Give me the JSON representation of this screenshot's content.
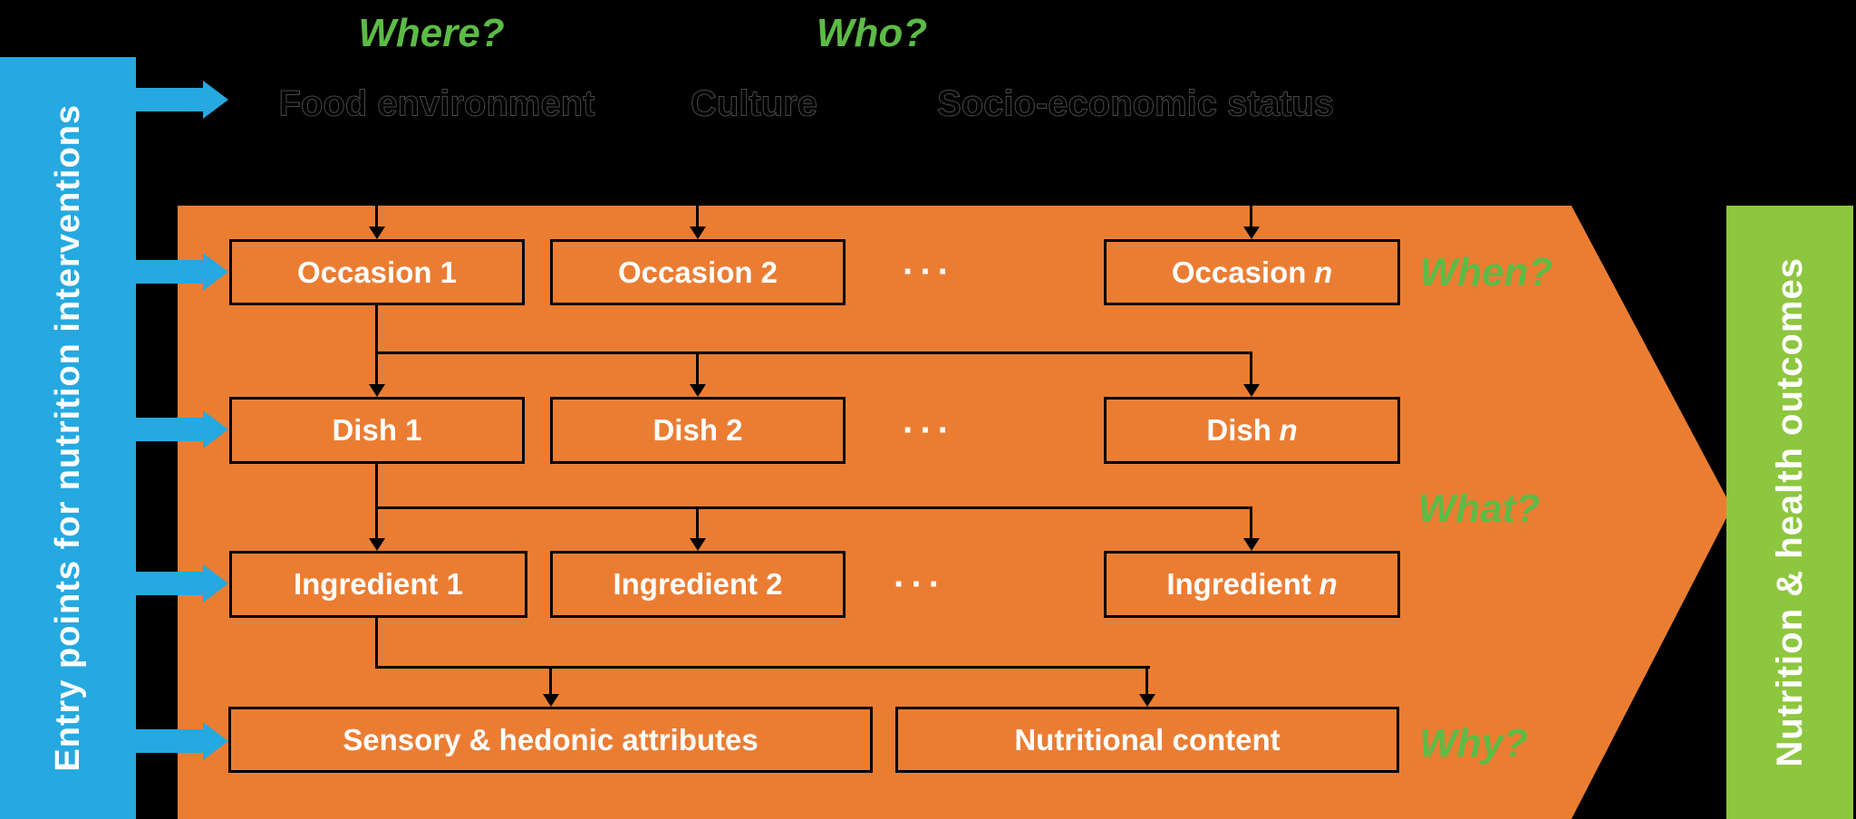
{
  "top_questions": {
    "where": "Where?",
    "who": "Who?"
  },
  "context": {
    "food_environment": "Food environment",
    "culture": "Culture",
    "socio_economic_status": "Socio-economic status"
  },
  "left_bar": {
    "label": "Entry points for nutrition interventions"
  },
  "right_bar": {
    "label": "Nutrition & health outcomes"
  },
  "flow": {
    "n_symbol": "n",
    "dots": "···",
    "occasion": {
      "b1": "Occasion 1",
      "b2": "Occasion 2",
      "bn_prefix": "Occasion"
    },
    "dish": {
      "b1": "Dish 1",
      "b2": "Dish 2",
      "bn_prefix": "Dish"
    },
    "ingredient": {
      "b1": "Ingredient 1",
      "b2": "Ingredient 2",
      "bn_prefix": "Ingredient"
    },
    "attributes": {
      "sensory": "Sensory & hedonic attributes",
      "nutritional": "Nutritional content"
    },
    "side_questions": {
      "when": "When?",
      "what": "What?",
      "why": "Why?"
    }
  },
  "colors": {
    "background": "#000000",
    "entry_bar_blue": "#25A9E0",
    "flow_orange": "#EB7D33",
    "outcome_bar_green": "#8DC63F",
    "question_green": "#5CBB46",
    "box_text": "#FFFFFF",
    "connector": "#000000"
  }
}
